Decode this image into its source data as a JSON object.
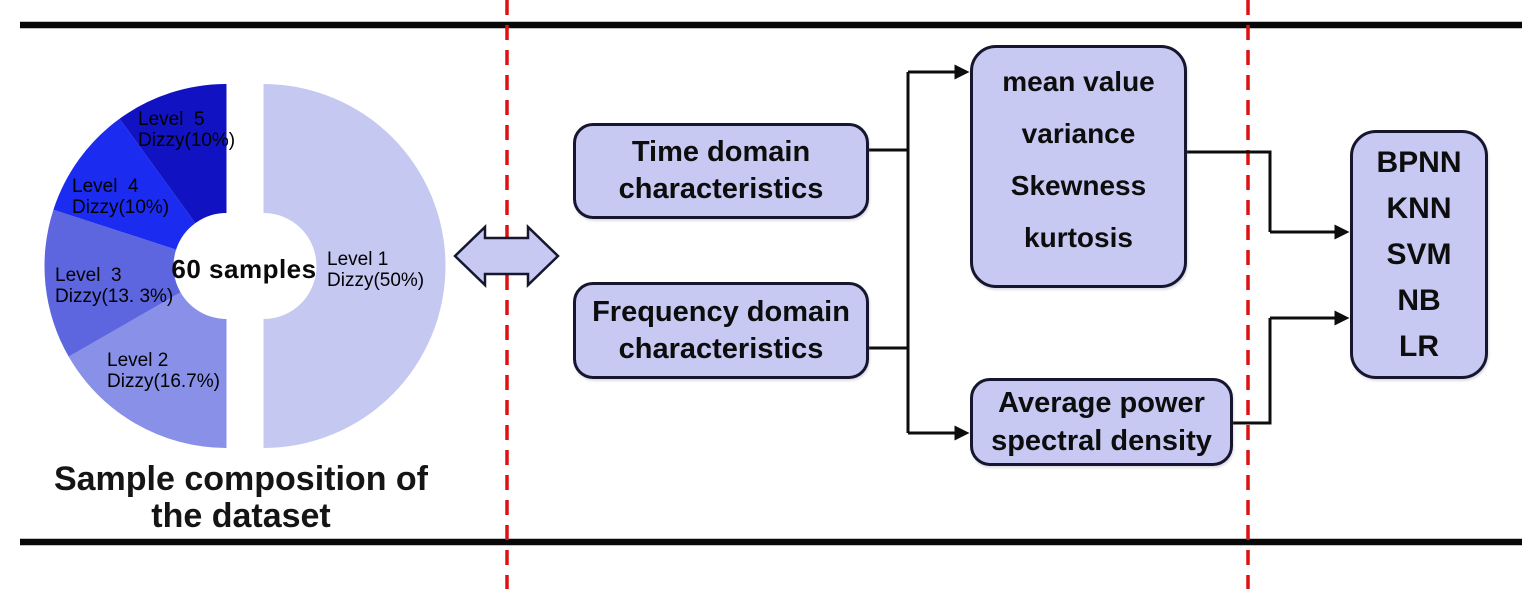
{
  "figure": {
    "colors": {
      "box_fill": "#c7c9f3",
      "box_border": "#16162e",
      "connector": "#0d0d0d",
      "frame_line": "#080808",
      "separator_red": "#dd1111",
      "background": "#ffffff"
    },
    "boxes": {
      "time_domain": {
        "lines": [
          "Time domain",
          "characteristics"
        ]
      },
      "frequency_domain": {
        "lines": [
          "Frequency domain",
          "characteristics"
        ]
      },
      "time_features": {
        "lines": [
          "mean value",
          "variance",
          "Skewness",
          "kurtosis"
        ]
      },
      "frequency_features": {
        "lines": [
          "Average power",
          "spectral density"
        ]
      },
      "classifiers": {
        "lines": [
          "BPNN",
          "KNN",
          "SVM",
          "NB",
          "LR"
        ]
      }
    }
  },
  "chart_data": {
    "type": "pie",
    "donut": true,
    "title": "Sample composition of the dataset",
    "caption_line1": "Sample composition of",
    "caption_line2": "the dataset",
    "center_label": "60 samples",
    "total_samples": 60,
    "legend_position": "on-slices",
    "slices": [
      {
        "label": "Level 1",
        "sublabel": "Dizzy(50%)",
        "value_pct": 50,
        "color": "#c5c8f1"
      },
      {
        "label": "Level 2",
        "sublabel": "Dizzy(16.7%)",
        "value_pct": 16.7,
        "color": "#8890e8"
      },
      {
        "label": "Level  3",
        "sublabel": "Dizzy(13. 3%)",
        "value_pct": 13.3,
        "color": "#5d65df"
      },
      {
        "label": "Level  4",
        "sublabel": "Dizzy(10%)",
        "value_pct": 10,
        "color": "#1b2cf0"
      },
      {
        "label": "Level  5",
        "sublabel": "Dizzy(10%)",
        "value_pct": 10,
        "color": "#1113c2"
      }
    ]
  }
}
